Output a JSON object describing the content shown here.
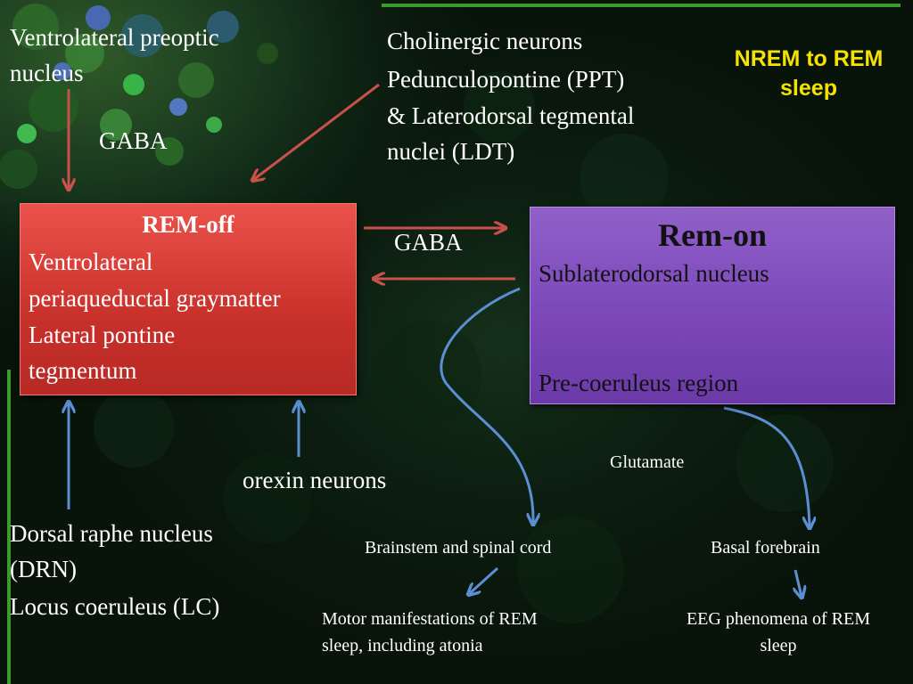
{
  "title": "NREM to REM sleep",
  "vlpo": {
    "line1": "Ventrolateral preoptic",
    "line2": "nucleus",
    "transmitter": "GABA"
  },
  "cholinergic": {
    "line1": "Cholinergic neurons",
    "line2": "Pedunculopontine (PPT)",
    "line3": "& Laterodorsal tegmental",
    "line4": "nuclei (LDT)"
  },
  "rem_off": {
    "title": "REM-off",
    "line1": "Ventrolateral",
    "line2": "periaqueductal graymatter",
    "line3": "Lateral pontine",
    "line4": "tegmentum"
  },
  "rem_on": {
    "title": "Rem-on",
    "line1": "Sublaterodorsal nucleus",
    "line2": "Pre-coeruleus region"
  },
  "mutual_transmitter": "GABA",
  "orexin": "orexin neurons",
  "monoamine": {
    "line1": "Dorsal raphe nucleus",
    "line2": "(DRN)",
    "line3": "Locus coeruleus (LC)"
  },
  "glutamate": "Glutamate",
  "brainstem": {
    "label": "Brainstem and spinal cord",
    "effect_line1": "Motor manifestations of REM",
    "effect_line2": "sleep, including atonia"
  },
  "forebrain": {
    "label": "Basal forebrain",
    "effect_line1": "EEG phenomena of REM",
    "effect_line2": "sleep"
  },
  "colors": {
    "rem_off_box": "#d63b35",
    "rem_on_box": "#7a46b8",
    "title_text": "#f4e200",
    "red_arrow": "#c9504b",
    "blue_arrow": "#5b8fd4"
  }
}
